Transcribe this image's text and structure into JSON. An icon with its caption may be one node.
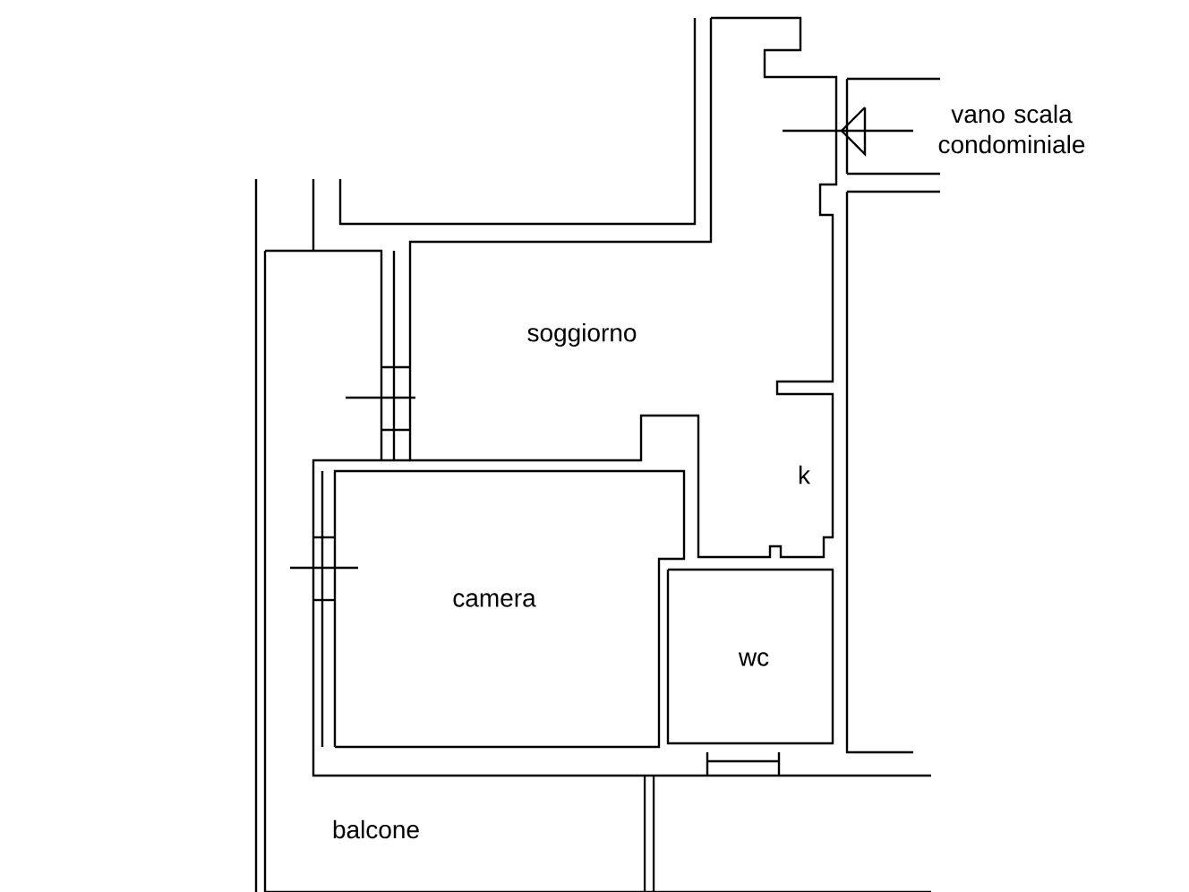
{
  "diagram": {
    "labels": [
      "vano scala condominiale",
      "soggiorno",
      "k",
      "camera",
      "wc",
      "balcone"
    ]
  }
}
